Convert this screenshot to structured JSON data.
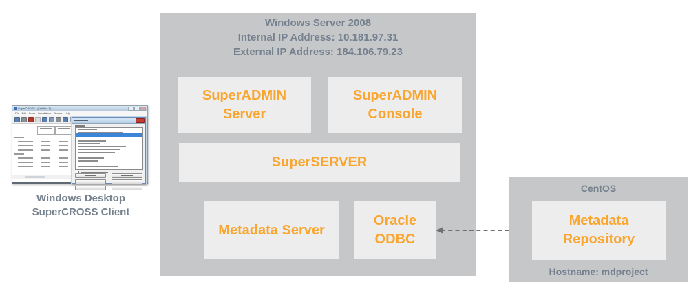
{
  "server_box": {
    "title": "Windows Server 2008",
    "internal_ip": "Internal IP Address: 10.181.97.31",
    "external_ip": "External IP Address: 184.106.79.23",
    "superadmin_server": "SuperADMIN Server",
    "superadmin_console": "SuperADMIN Console",
    "superserver": "SuperSERVER",
    "metadata_server": "Metadata Server",
    "oracle_odbc": "Oracle ODBC"
  },
  "centos_box": {
    "title": "CentOS",
    "metadata_repository": "Metadata Repository",
    "hostname": "Hostname: mdproject"
  },
  "client": {
    "caption_line1": "Windows Desktop",
    "caption_line2": "SuperCROSS Client",
    "window_title": "SuperCROSS - [Untitled 1]",
    "menus": [
      "File",
      "Edit",
      "Cross",
      "Calculations",
      "Window",
      "Help"
    ],
    "toolbar_icon_colors": [
      "#5b7fae",
      "#8a8f94",
      "#b0392f",
      "#d9dde1",
      "#5b7fae",
      "#7a9ac0",
      "#8a8f94",
      "#5b7fae",
      "#9aa7b8",
      "#c07c30",
      "#5b7fae",
      "#8a8f94",
      "#b3bcc6",
      "#4a7a3a",
      "#3da23d"
    ],
    "table_placeholder": {
      "header_columns": 5,
      "row_pattern": [
        "group",
        "data",
        "data",
        "data",
        "group",
        "data",
        "data",
        "data"
      ]
    },
    "dialog_placeholder": {
      "list_rows": 14,
      "selected_row_index": 2,
      "buttons": 6
    }
  },
  "colors": {
    "outer_box_bg": "#c6c7c9",
    "inner_box_bg": "#ededee",
    "accent_orange": "#f9a630",
    "label_slate": "#75818e",
    "connector_gray": "#717171",
    "selection_blue": "#3c84d8",
    "dialog_close_red": "#c23b34"
  }
}
